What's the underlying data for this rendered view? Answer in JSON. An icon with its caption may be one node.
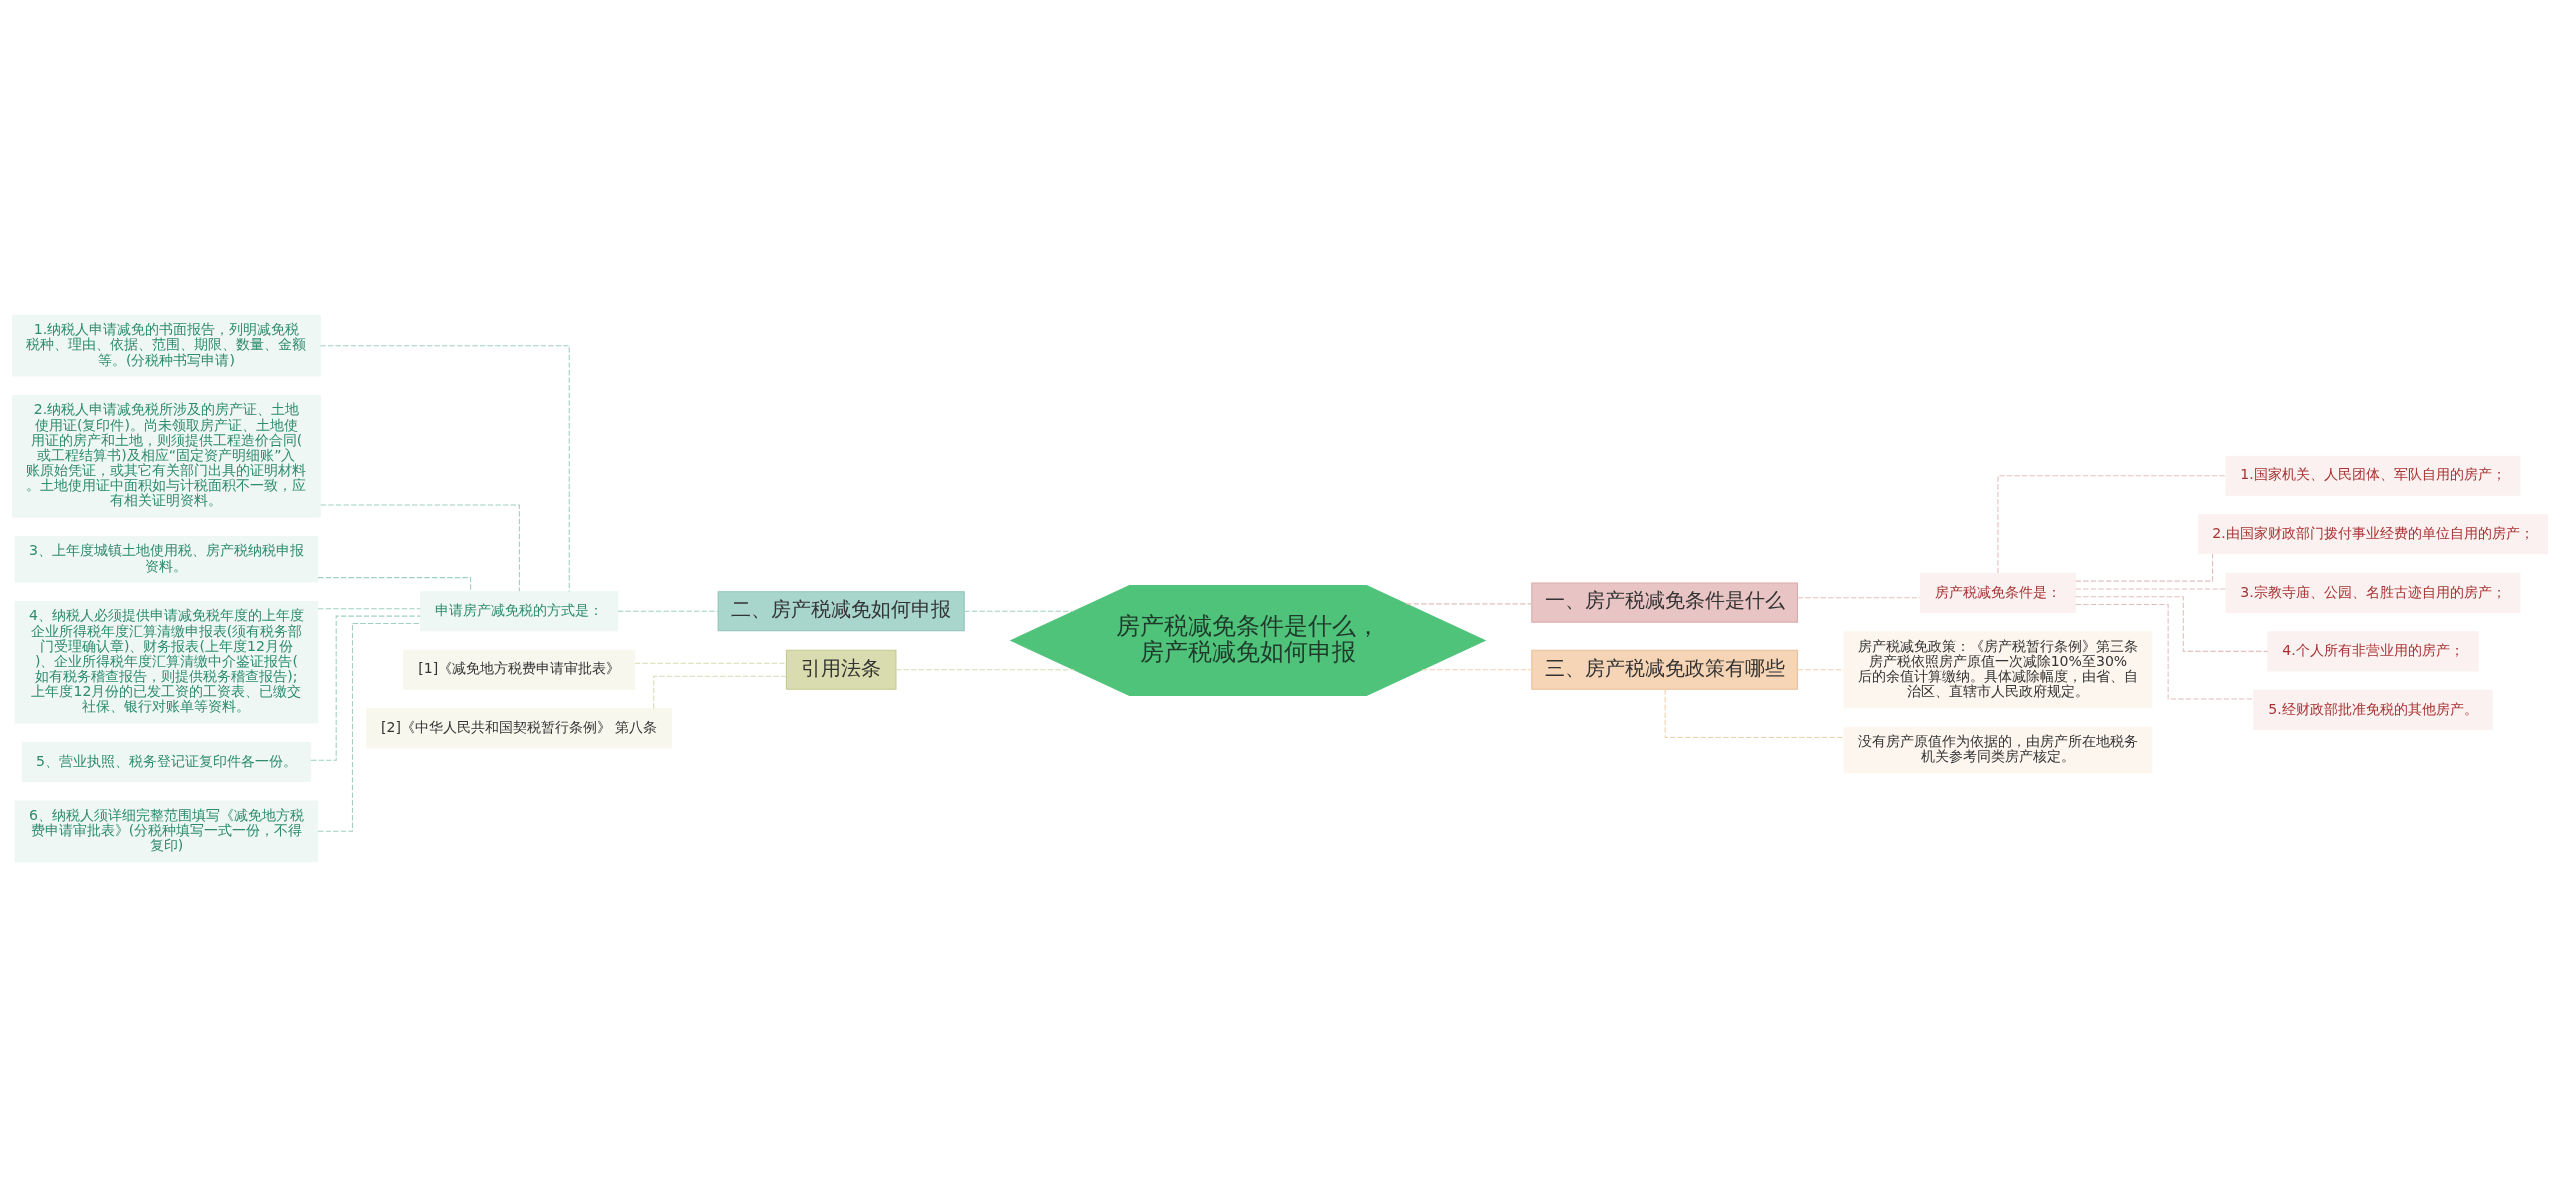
{
  "diagram": {
    "nodes": [
      {
        "text": [
          "房产税减免条件是什么，房产税减免如何申报"
        ]
      },
      {
        "text": [
          "二、房产税减免如何申报"
        ]
      },
      {
        "text": [
          "申请房产减免税的方式是："
        ]
      },
      {
        "text": [
          "1.纳税人申请减免的书面报告，列明减免税税种、理由、依据、范围、期限、数量、金额等。(分税种书写申请)"
        ]
      },
      {
        "text": [
          "2.纳税人申请减免税所涉及的房产证、土地使用证(复印件)。尚未领取房产证、土地使用证的房产和土地，则须提供工程造价合同(或工程结算书)及相应“固定资产明细账”入账原始凭证，或其它有关部门出具的证明材料。土地使用证中面积如与计税面积不一致，应有相关证明资料。"
        ]
      },
      {
        "text": [
          "3、上年度城镇土地使用税、房产税纳税申报资料。"
        ]
      },
      {
        "text": [
          "4、纳税人必须提供申请减免税年度的上年度企业所得税年度汇算清缴申报表(须有税务部门受理确认章)、财务报表(上年度12月份)、企业所得税年度汇算清缴中介鉴证报告(如有税务稽查报告，则提供税务稽查报告);上年度12月份的已发工资的工资表、已缴交社保、银行对账单等资料。"
        ]
      },
      {
        "text": [
          "5、营业执照、税务登记证复印件各一份。"
        ]
      },
      {
        "text": [
          "6、纳税人须详细完整范围填写《减免地方税费申请审批表》(分税种填写一式一份，不得复印)"
        ]
      },
      {
        "text": [
          "引用法条"
        ]
      },
      {
        "text": [
          "[1]《减免地方税费申请审批表》"
        ]
      },
      {
        "text": [
          "[2]《中华人民共和国契税暂行条例》 第八条"
        ]
      },
      {
        "text": [
          "一、房产税减免条件是什么"
        ]
      },
      {
        "text": [
          "房产税减免条件是："
        ]
      },
      {
        "text": [
          "1.国家机关、人民团体、军队自用的房产；"
        ]
      },
      {
        "text": [
          "2.由国家财政部门拨付事业经费的单位自用的房产；"
        ]
      },
      {
        "text": [
          "3.宗教寺庙、公园、名胜古迹自用的房产；"
        ]
      },
      {
        "text": [
          "4.个人所有非营业用的房产；"
        ]
      },
      {
        "text": [
          "5.经财政部批准免税的其他房产。"
        ]
      },
      {
        "text": [
          "三、房产税减免政策有哪些"
        ]
      },
      {
        "text": [
          "房产税减免政策：《房产税暂行条例》第三条房产税依照房产原值一次减除10%至30%后的余值计算缴纳。具体减除幅度，由省、自治区、直辖市人民政府规定。"
        ]
      },
      {
        "text": [
          "没有房产原值作为依据的，由房产所在地税务机关参考同类房产核定。"
        ]
      }
    ],
    "edges": [
      {
        "from": 3,
        "to": 2,
        "arrow": "none",
        "style": "dashed"
      },
      {
        "from": 4,
        "to": 2,
        "arrow": "none",
        "style": "dashed"
      },
      {
        "from": 5,
        "to": 2,
        "arrow": "none",
        "style": "dashed"
      },
      {
        "from": 6,
        "to": 2,
        "arrow": "none",
        "style": "dashed"
      },
      {
        "from": 7,
        "to": 2,
        "arrow": "none",
        "style": "dashed"
      },
      {
        "from": 8,
        "to": 2,
        "arrow": "none",
        "style": "dashed"
      },
      {
        "from": 2,
        "to": 1,
        "arrow": "none",
        "style": "dashed"
      },
      {
        "from": 1,
        "to": 0,
        "arrow": "none",
        "style": "dashed"
      },
      {
        "from": 10,
        "to": 9,
        "arrow": "none",
        "style": "dashed",
        "color": "#d8dcae"
      },
      {
        "from": 11,
        "to": 9,
        "arrow": "none",
        "style": "dashed",
        "color": "#d8dcae"
      },
      {
        "from": 9,
        "to": 0,
        "arrow": "none",
        "style": "dashed",
        "color": "#d8dcae"
      },
      {
        "from": 0,
        "to": 12,
        "arrow": "none",
        "style": "dashed",
        "color": "#e3c0c0"
      },
      {
        "from": 12,
        "to": 13,
        "arrow": "none",
        "style": "dashed",
        "color": "#e3c0c0"
      },
      {
        "from": 13,
        "to": 14,
        "arrow": "none",
        "style": "dashed",
        "color": "#e3c0c0"
      },
      {
        "from": 13,
        "to": 15,
        "arrow": "none",
        "style": "dashed",
        "color": "#e3c0c0"
      },
      {
        "from": 13,
        "to": 16,
        "arrow": "none",
        "style": "dashed",
        "color": "#e3c0c0"
      },
      {
        "from": 13,
        "to": 17,
        "arrow": "none",
        "style": "dashed",
        "color": "#e3c0c0"
      },
      {
        "from": 13,
        "to": 18,
        "arrow": "none",
        "style": "dashed",
        "color": "#e3c0c0"
      },
      {
        "from": 0,
        "to": 19,
        "arrow": "none",
        "style": "dashed",
        "color": "#f0d0ae"
      },
      {
        "from": 19,
        "to": 20,
        "arrow": "none",
        "style": "dashed",
        "color": "#f0d0ae"
      },
      {
        "from": 19,
        "to": 21,
        "arrow": "none",
        "style": "dashed",
        "color": "#f0d0ae"
      }
    ]
  }
}
